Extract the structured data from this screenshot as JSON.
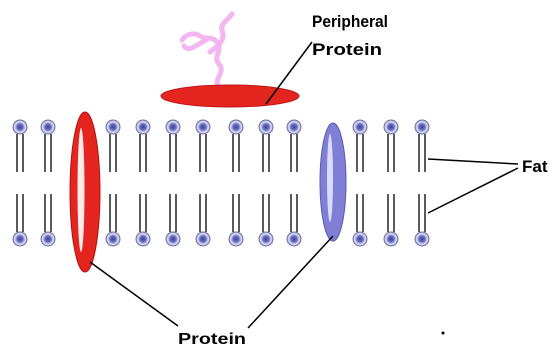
{
  "labels": {
    "peripheral_line1": "Peripheral",
    "peripheral_line2": "Protein",
    "fat": "Fat",
    "protein": "Protein"
  },
  "colors": {
    "protein_red": "#e3241f",
    "protein_blue": "#7f7fd6",
    "carbohydrate_pink": "#f3b6f0",
    "head_fill": "#e6e6f5",
    "head_core": "#4a4fa8",
    "line": "#000000"
  }
}
